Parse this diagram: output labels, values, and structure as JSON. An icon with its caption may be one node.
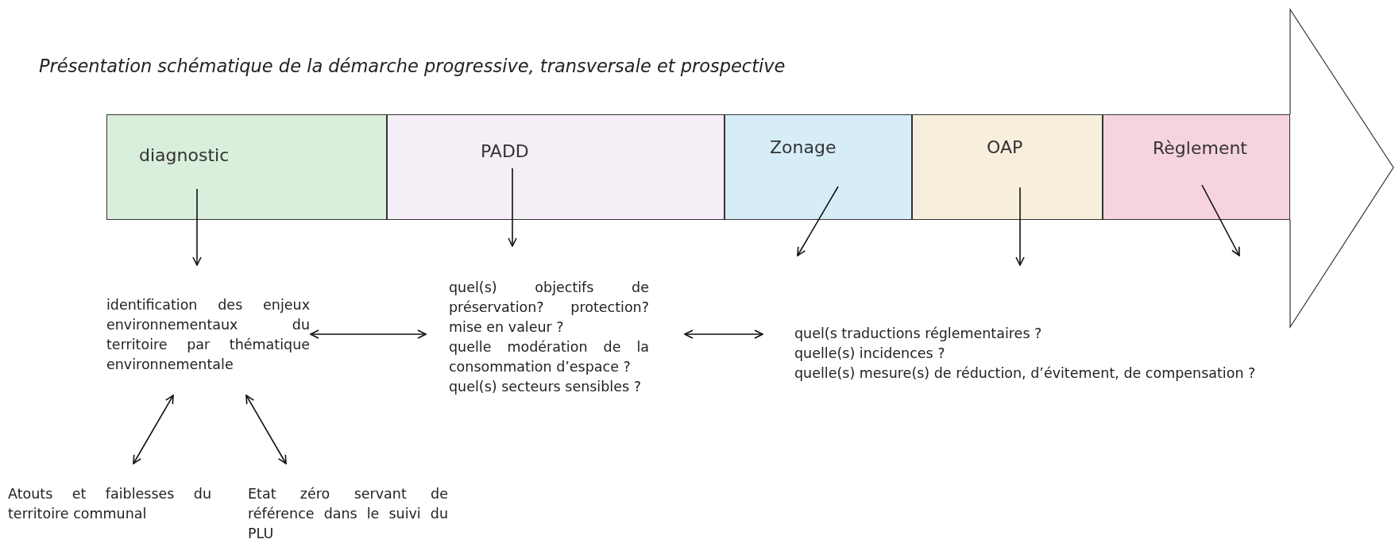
{
  "diagram": {
    "title": "Présentation schématique de la démarche progressive, transversale et prospective",
    "nodes": [
      {
        "text": [
          "diagnostic"
        ]
      },
      {
        "text": [
          "PADD"
        ]
      },
      {
        "text": [
          "Zonage"
        ]
      },
      {
        "text": [
          "OAP"
        ]
      },
      {
        "text": [
          "Règlement"
        ]
      },
      {
        "text": [
          "identification des enjeux environnementaux du territoire par thématique environnementale"
        ]
      },
      {
        "text": [
          "quel(s) objectifs de préservation? protection? mise en valeur ?",
          "quelle modération de la consommation d’espace ?",
          "quel(s) secteurs sensibles ?"
        ]
      },
      {
        "text": [
          "quel(s traductions réglementaires ?",
          "quelle(s) incidences ?",
          "quelle(s) mesure(s) de réduction, d’évitement, de compensation ?"
        ]
      },
      {
        "text": [
          "Atouts et faiblesses du territoire communal"
        ]
      },
      {
        "text": [
          "Etat zéro servant de référence dans le suivi du PLU"
        ]
      }
    ],
    "edges": [
      {
        "from": 0,
        "to": 5,
        "arrow": "to"
      },
      {
        "from": 1,
        "to": 6,
        "arrow": "to"
      },
      {
        "from": 2,
        "to": null,
        "arrow": "to"
      },
      {
        "from": 3,
        "to": 7,
        "arrow": "to"
      },
      {
        "from": 4,
        "to": null,
        "arrow": "to"
      },
      {
        "from": 5,
        "to": 6,
        "arrow": "both"
      },
      {
        "from": 6,
        "to": 7,
        "arrow": "both"
      },
      {
        "from": 5,
        "to": 8,
        "arrow": "both"
      },
      {
        "from": 5,
        "to": 9,
        "arrow": "both"
      }
    ]
  }
}
